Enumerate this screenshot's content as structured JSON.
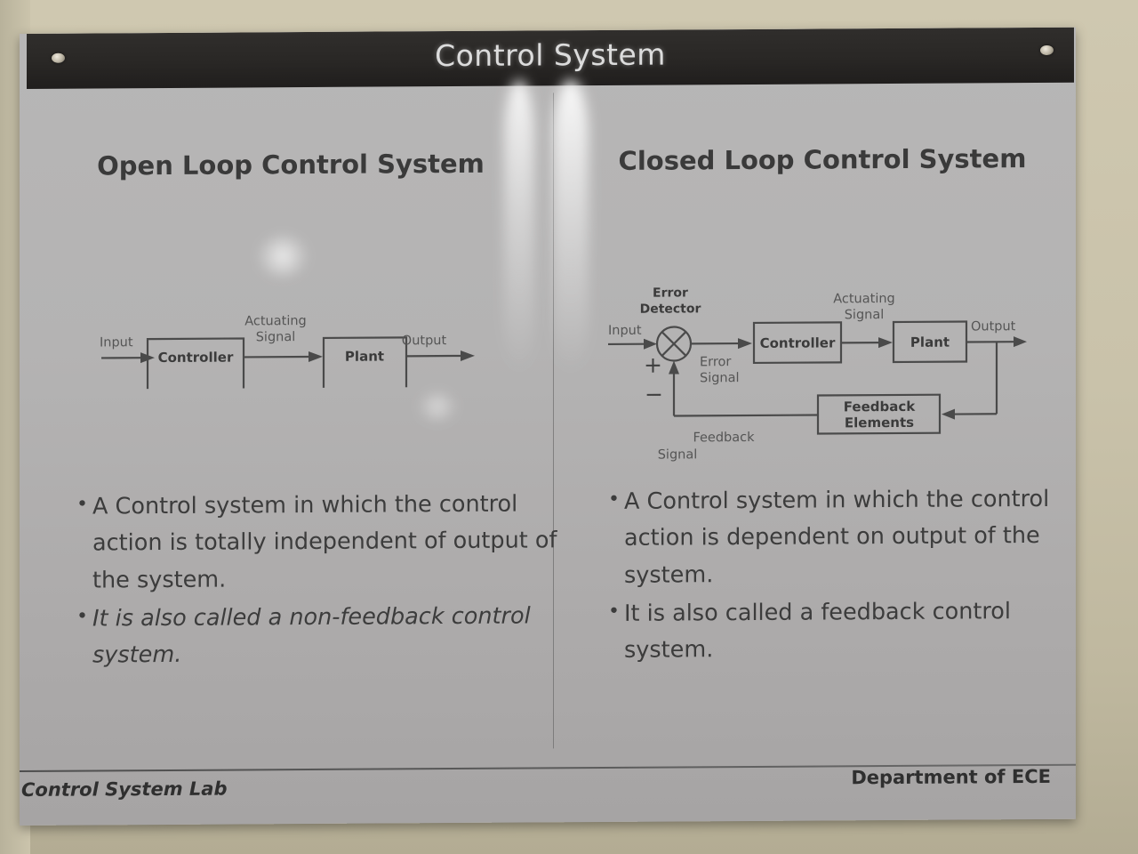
{
  "header": {
    "title": "Control System"
  },
  "columns": {
    "left": {
      "heading": "Open Loop Control System",
      "diagram": {
        "blocks": [
          {
            "id": "controller",
            "label": "Controller"
          },
          {
            "id": "plant",
            "label": "Plant"
          }
        ],
        "signals": [
          {
            "id": "input",
            "label": "Input"
          },
          {
            "id": "actuating",
            "label": "Actuating Signal"
          },
          {
            "id": "output",
            "label": "Output"
          }
        ]
      },
      "bullets": [
        {
          "text": "A Control system in which the control action is totally independent of output of the system.",
          "italic": false
        },
        {
          "text": "It is also called a non-feedback control system.",
          "italic": true
        }
      ]
    },
    "right": {
      "heading": "Closed Loop Control System",
      "diagram": {
        "blocks": [
          {
            "id": "controller",
            "label": "Controller"
          },
          {
            "id": "plant",
            "label": "Plant"
          },
          {
            "id": "feedback-elements",
            "label": "Feedback Elements"
          }
        ],
        "signals": [
          {
            "id": "error-detector",
            "label": "Error Detector"
          },
          {
            "id": "input",
            "label": "Input"
          },
          {
            "id": "error",
            "label": "Error Signal"
          },
          {
            "id": "actuating",
            "label": "Actuating Signal"
          },
          {
            "id": "output",
            "label": "Output"
          },
          {
            "id": "feedback",
            "label": "Feedback Signal"
          }
        ],
        "summing_junction": {
          "plus": "+",
          "minus": "−"
        }
      },
      "bullets": [
        {
          "text": "A Control system in which the control action is dependent on output of the system.",
          "italic": false
        },
        {
          "text": "It is also called a feedback control system.",
          "italic": false
        }
      ]
    }
  },
  "footer": {
    "left": "Control System Lab",
    "right": "Department of ECE"
  },
  "colors": {
    "wall": "#c9c2aa",
    "poster": "#b4b3b3",
    "header_bar": "#292725",
    "header_text": "#dcdcdc",
    "body_text": "#3c3c3c",
    "line": "#4a4a4a"
  },
  "diagram_text": {
    "controller": "Controller",
    "plant": "Plant",
    "feedback_1": "Feedback",
    "feedback_2": "Elements",
    "input": "Input",
    "output": "Output",
    "actuating_1": "Actuating",
    "actuating_2": "Signal",
    "error_det_1": "Error",
    "error_det_2": "Detector",
    "error_sig_1": "Error",
    "error_sig_2": "Signal",
    "fb_sig_1": "Feedback",
    "fb_sig_2": "Signal",
    "plus": "+",
    "minus": "−"
  }
}
